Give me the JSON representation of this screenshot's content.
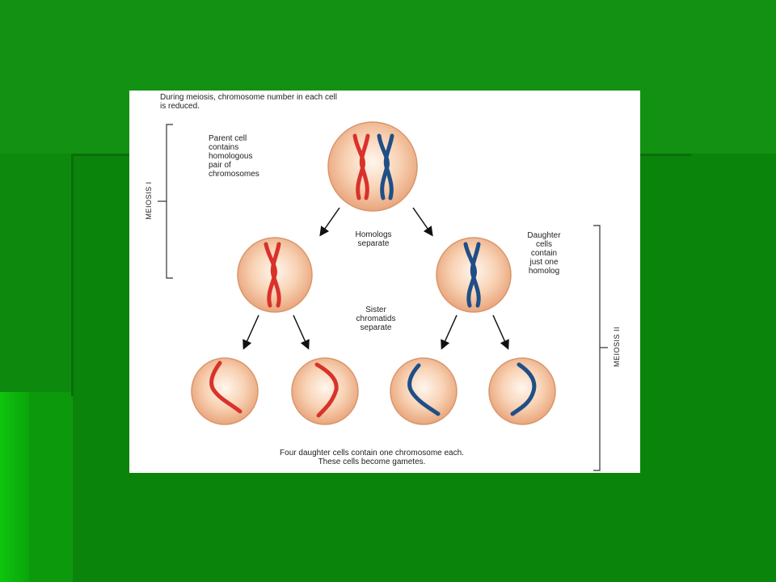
{
  "diagram": {
    "intro": "During meiosis, chromosome number in each cell\nis reduced.",
    "parent_cell_label": "Parent cell\ncontains\nhomologous\npair of\nchromosomes",
    "homologs_separate_label": "Homologs\nseparate",
    "daughter_cells_label": "Daughter\ncells\ncontain\njust one\nhomolog",
    "sister_chromatids_label": "Sister\nchromatids\nseparate",
    "conclusion": "Four daughter cells contain one chromosome each.\nThese cells become gametes.",
    "meiosis_1_label": "MEIOSIS I",
    "meiosis_2_label": "MEIOSIS II"
  },
  "colors": {
    "background": "#0d8a0d",
    "cell_fill": "#f6c9a6",
    "cell_stroke": "#d9966c",
    "maternal_chromosome": "#d9322b",
    "paternal_chromosome": "#1f4f86"
  }
}
